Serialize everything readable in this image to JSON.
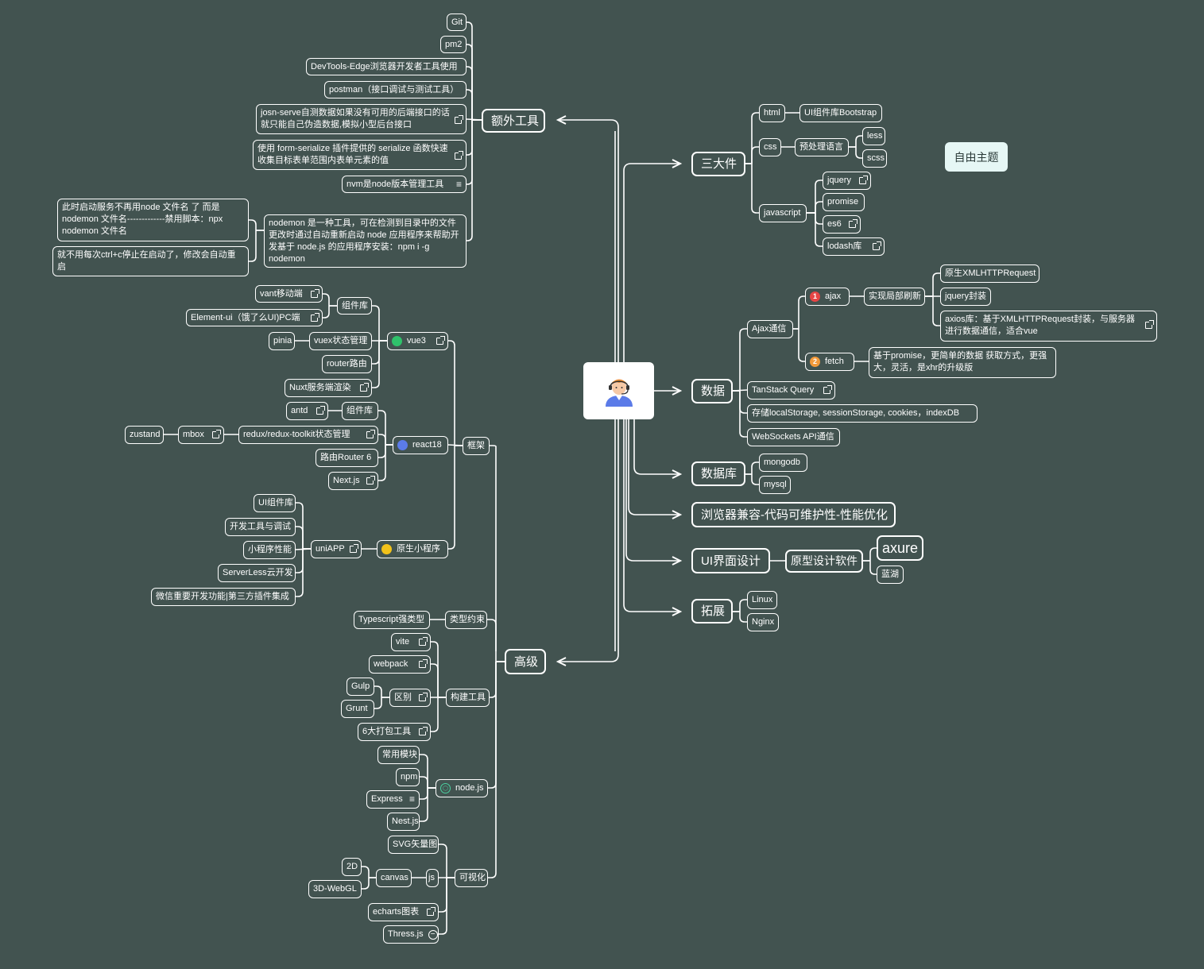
{
  "root": {
    "avatar_icon": "person-with-headset-icon"
  },
  "free_topic": "自由主题",
  "colors": {
    "background": "#425350",
    "line": "#ffffff",
    "badge_red": "#e54545",
    "badge_orange": "#f39a3a",
    "vue_green": "#2fc26b",
    "react_blue": "#5b7be8",
    "mini_yellow": "#f2c21a"
  },
  "nodes": {
    "ewai": "额外工具",
    "git": "Git",
    "pm2": "pm2",
    "devtools": "DevTools-Edge浏览器开发者工具使用",
    "postman": "postman（接口调试与测试工具）",
    "josn": "josn-serve自测数据如果没有可用的后端接口的话就只能自己伪造数据,模拟小型后台接口",
    "form": "使用 form-serialize 插件提供的 serialize 函数快速收集目标表单范围内表单元素的值",
    "nvm": "nvm是node版本管理工具",
    "nodemon": "nodemon 是一种工具，可在检测到目录中的文件更改时通过自动重新启动 node 应用程序来帮助开发基于 node.js 的应用程序安装：npm i -g nodemon",
    "nodemon_a": "此时启动服务不再用node 文件名  了 而是nodemon 文件名-------------禁用脚本：npx nodemon 文件名",
    "nodemon_b": "就不用每次ctrl+c停止在启动了，修改会自动重启",
    "kuangjia": "框架",
    "vue3": "vue3",
    "vue_zujian": "组件库",
    "vant": "vant移动端",
    "element": "Element-ui（饿了么UI)PC端",
    "vuex": "vuex状态管理",
    "pinia": "pinia",
    "router": "router路由",
    "nuxt": "Nuxt服务端渲染",
    "react18": "react18",
    "react_zujian": "组件库",
    "antd": "antd",
    "redux": "redux/redux-toolkit状态管理",
    "mbox": "mbox",
    "zustand": "zustand",
    "rrouter": "路由Router 6",
    "next": "Next.js",
    "miniapp": "原生小程序",
    "uniapp": "uniAPP",
    "mini_ui": "UI组件库",
    "mini_dev": "开发工具与调试",
    "mini_perf": "小程序性能",
    "mini_serverless": "ServerLess云开发",
    "mini_wechat": "微信重要开发功能|第三方插件集成",
    "gaoji": "高级",
    "leixing": "类型约束",
    "ts": "Typescript强类型",
    "goujian": "构建工具",
    "vite": "vite",
    "webpack": "webpack",
    "qubie": "区别",
    "gulp": "Gulp",
    "grunt": "Grunt",
    "six": "6大打包工具",
    "nodejs": "node.js",
    "changyong": "常用模块",
    "npm": "npm",
    "express": "Express",
    "nest": "Nest.js",
    "keshihua": "可视化",
    "svg": "SVG矢量图",
    "js": "js",
    "canvas": "canvas",
    "d2": "2D",
    "webgl": "3D-WebGL",
    "echarts": "echarts图表",
    "three": "Thress.js",
    "sandajian": "三大件",
    "html": "html",
    "bootstrap": "UI组件库Bootstrap",
    "css": "css",
    "yuchuli": "预处理语言",
    "less": "less",
    "scss": "scss",
    "javascript": "javascript",
    "jquery": "jquery",
    "promise": "promise",
    "es6": "es6",
    "lodash": "lodash库",
    "shuju": "数据",
    "ajaxtx": "Ajax通信",
    "ajax": "ajax",
    "ajax_badge": "1",
    "shixian": "实现局部刷新",
    "xhr": "原生XMLHTTPRequest",
    "jqfz": "jquery封装",
    "axios": "axios库：基于XMLHTTPRequest封装，与服务器进行数据通信，适合vue",
    "fetch": "fetch",
    "fetch_badge": "2",
    "fetch_desc": "基于promise，更简单的数据 获取方式，更强大，灵活，是xhr的升级版",
    "tanstack": "TanStack Query",
    "storage": "存储localStorage, sessionStorage, cookies，indexDB",
    "websockets": "WebSockets API通信",
    "shujuku": "数据库",
    "mongodb": "mongodb",
    "mysql": "mysql",
    "jianrong": "浏览器兼容-代码可维护性-性能优化",
    "uisheji": "UI界面设计",
    "yuanxing": "原型设计软件",
    "axure": "axure",
    "lanhu": "蓝湖",
    "tuozhan": "拓展",
    "linux": "Linux",
    "nginx": "Nginx"
  }
}
